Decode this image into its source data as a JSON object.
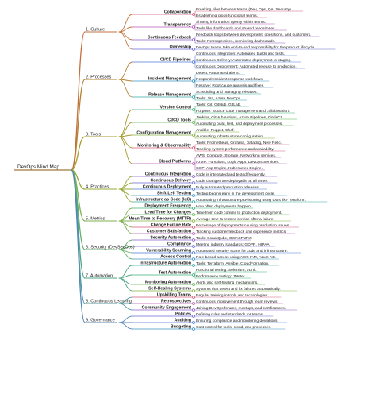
{
  "root": "DevOps Mind Map",
  "colors": {
    "root": "#a0783c",
    "branches": [
      "#c0703b",
      "#b4802f",
      "#a59a2f",
      "#98a93a",
      "#7fb052",
      "#62b06a",
      "#4ea785",
      "#4f9aa0",
      "#5585b5"
    ],
    "subs": [
      "#d45a7a",
      "#b65ab8",
      "#8b5fc7",
      "#6a68d2",
      "#4f7ad8",
      "#3b91c8",
      "#35a7a6",
      "#3db27a",
      "#5ab24a",
      "#84b43c"
    ]
  },
  "branches": [
    {
      "label": "1. Culture",
      "subs": [
        {
          "label": "Collaboration",
          "leaves": [
            "Breaking silos between teams (Dev, Ops, QA, Security).",
            "Establishing cross-functional teams."
          ]
        },
        {
          "label": "Transparency",
          "leaves": [
            "Sharing information openly within teams.",
            "Tools like dashboards and shared repositories."
          ]
        },
        {
          "label": "Continuous Feedback",
          "leaves": [
            "Feedback loops between development, operations, and customers.",
            "Tools: Retrospectives, monitoring dashboards."
          ]
        },
        {
          "label": "Ownership",
          "leaves": [
            "DevOps teams take end-to-end responsibility for the product lifecycle."
          ]
        }
      ]
    },
    {
      "label": "2. Processes",
      "subs": [
        {
          "label": "CI/CD Pipelines",
          "leaves": [
            "Continuous Integration: Automated builds and tests.",
            "Continuous Delivery: Automated deployment to staging.",
            "Continuous Deployment: Automated release to production."
          ]
        },
        {
          "label": "Incident Management",
          "leaves": [
            "Detect: Automated alerts.",
            "Respond: Incident response workflows.",
            "Resolve: Root cause analysis and fixes."
          ]
        },
        {
          "label": "Release Management",
          "leaves": [
            "Scheduling and managing releases.",
            "Tools: Jira, Azure DevOps."
          ]
        }
      ]
    },
    {
      "label": "3. Tools",
      "subs": [
        {
          "label": "Version Control",
          "leaves": [
            "Tools: Git, GitHub, GitLab.",
            "Purpose: Source code management and collaboration."
          ]
        },
        {
          "label": "CI/CD Tools",
          "leaves": [
            "Jenkins, GitHub Actions, Azure Pipelines, CircleCI.",
            "Automating build, test, and deployment processes."
          ]
        },
        {
          "label": "Configuration Management",
          "leaves": [
            "Ansible, Puppet, Chef.",
            "Automating infrastructure configuration."
          ]
        },
        {
          "label": "Monitoring & Observability",
          "leaves": [
            "Tools: Prometheus, Grafana, Datadog, New Relic.",
            "Tracking system performance and availability."
          ]
        },
        {
          "label": "Cloud Platforms",
          "leaves": [
            "AWS: Compute, Storage, Networking services.",
            "Azure: Functions, Logic Apps, DevOps Services.",
            "GCP: App Engine, Kubernetes Engine."
          ]
        }
      ]
    },
    {
      "label": "4. Practices",
      "subs": [
        {
          "label": "Continuous Integration",
          "leaves": [
            "Code is integrated and tested frequently."
          ]
        },
        {
          "label": "Continuous Delivery",
          "leaves": [
            "Code changes are deployable at all times."
          ]
        },
        {
          "label": "Continuous Deployment",
          "leaves": [
            "Fully automated production releases."
          ]
        },
        {
          "label": "Shift-Left Testing",
          "leaves": [
            "Testing begins early in the development cycle."
          ]
        },
        {
          "label": "Infrastructure as Code (IaC)",
          "leaves": [
            "Automating infrastructure provisioning using tools like Terraform."
          ]
        }
      ]
    },
    {
      "label": "5. Metrics",
      "subs": [
        {
          "label": "Deployment Frequency",
          "leaves": [
            "How often deployments happen."
          ]
        },
        {
          "label": "Lead Time for Changes",
          "leaves": [
            "Time from code commit to production deployment."
          ]
        },
        {
          "label": "Mean Time to Recovery (MTTR)",
          "leaves": [
            "Average time to restore service after a failure."
          ]
        },
        {
          "label": "Change Failure Rate",
          "leaves": [
            "Percentage of deployments causing production issues."
          ]
        },
        {
          "label": "Customer Satisfaction",
          "leaves": [
            "Tracking customer feedback and experience metrics."
          ]
        }
      ]
    },
    {
      "label": "6. Security (DevSecOps)",
      "subs": [
        {
          "label": "Security Automation",
          "leaves": [
            "Tools: SonarQube, OWASP ZAP."
          ]
        },
        {
          "label": "Compliance",
          "leaves": [
            "Meeting industry standards: GDPR, HIPAA."
          ]
        },
        {
          "label": "Vulnerability Scanning",
          "leaves": [
            "Automated security scans for code and infrastructure."
          ]
        },
        {
          "label": "Access Control",
          "leaves": [
            "Role-based access using AWS IAM, Azure AD."
          ]
        }
      ]
    },
    {
      "label": "7. Automation",
      "subs": [
        {
          "label": "Infrastructure Automation",
          "leaves": [
            "Tools: Terraform, Ansible, CloudFormation."
          ]
        },
        {
          "label": "Test Automation",
          "leaves": [
            "Functional testing: Selenium, JUnit.",
            "Performance testing: JMeter."
          ]
        },
        {
          "label": "Monitoring Automation",
          "leaves": [
            "Alerts and self-healing mechanisms."
          ]
        },
        {
          "label": "Self-Healing Systems",
          "leaves": [
            "Systems that detect and fix failures automatically."
          ]
        }
      ]
    },
    {
      "label": "8. Continuous Learning",
      "subs": [
        {
          "label": "Upskilling Teams",
          "leaves": [
            "Regular training in tools and technologies."
          ]
        },
        {
          "label": "Retrospectives",
          "leaves": [
            "Continuous improvement through team reviews."
          ]
        },
        {
          "label": "Community Engagement",
          "leaves": [
            "Joining DevOps forums, meetups, and certifications."
          ]
        }
      ]
    },
    {
      "label": "9. Governance",
      "subs": [
        {
          "label": "Policies",
          "leaves": [
            "Defining rules and standards for teams."
          ]
        },
        {
          "label": "Auditing",
          "leaves": [
            "Ensuring compliance and monitoring deviations."
          ]
        },
        {
          "label": "Budgeting",
          "leaves": [
            "Cost control for tools, cloud, and processes."
          ]
        }
      ]
    }
  ]
}
